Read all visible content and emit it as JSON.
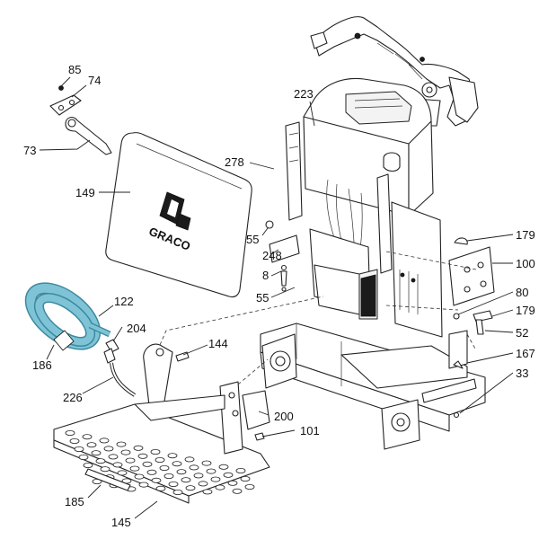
{
  "brand": {
    "logo_text": "GRACO"
  },
  "callouts": [
    {
      "id": "c85",
      "text": "85"
    },
    {
      "id": "c74",
      "text": "74"
    },
    {
      "id": "c73",
      "text": "73"
    },
    {
      "id": "c149",
      "text": "149"
    },
    {
      "id": "c223",
      "text": "223"
    },
    {
      "id": "c278",
      "text": "278"
    },
    {
      "id": "c55a",
      "text": "55"
    },
    {
      "id": "c248",
      "text": "248"
    },
    {
      "id": "c8",
      "text": "8"
    },
    {
      "id": "c55b",
      "text": "55"
    },
    {
      "id": "c122",
      "text": "122"
    },
    {
      "id": "c204",
      "text": "204"
    },
    {
      "id": "c144",
      "text": "144"
    },
    {
      "id": "c186",
      "text": "186"
    },
    {
      "id": "c226",
      "text": "226"
    },
    {
      "id": "c200",
      "text": "200"
    },
    {
      "id": "c101",
      "text": "101"
    },
    {
      "id": "c185",
      "text": "185"
    },
    {
      "id": "c145",
      "text": "145"
    },
    {
      "id": "c179a",
      "text": "179"
    },
    {
      "id": "c100",
      "text": "100"
    },
    {
      "id": "c80",
      "text": "80"
    },
    {
      "id": "c179b",
      "text": "179"
    },
    {
      "id": "c52",
      "text": "52"
    },
    {
      "id": "c167",
      "text": "167"
    },
    {
      "id": "c33",
      "text": "33"
    }
  ],
  "colors": {
    "hose": "#7fc4d6",
    "hose_dark": "#3d8aa0",
    "line": "#222222"
  }
}
